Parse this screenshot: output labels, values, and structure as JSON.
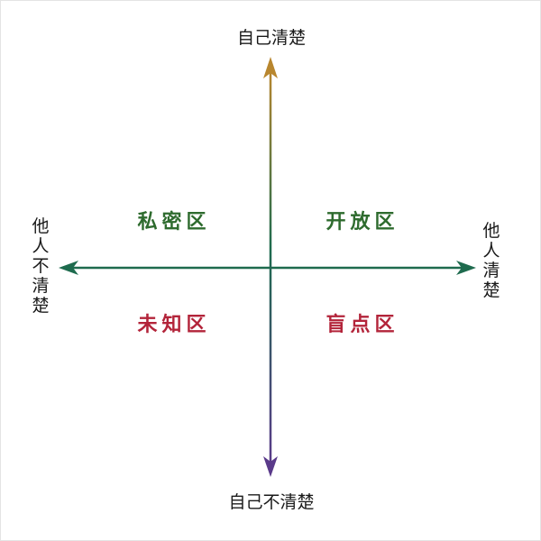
{
  "axes": {
    "top_label": "自己清楚",
    "bottom_label": "自己不清楚",
    "left_label": "他人不清楚",
    "right_label": "他人清楚"
  },
  "quadrants": {
    "top_left": {
      "label": "私密区",
      "color": "#2e6b2e"
    },
    "top_right": {
      "label": "开放区",
      "color": "#2e6b2e"
    },
    "bottom_left": {
      "label": "未知区",
      "color": "#b3243a"
    },
    "bottom_right": {
      "label": "盲点区",
      "color": "#b3243a"
    }
  },
  "colors": {
    "horizontal_axis": "#1e6b4e",
    "vertical_axis_top": "#b8862e",
    "vertical_axis_middle": "#1e6b4e",
    "vertical_axis_bottom": "#5a3a8a"
  }
}
